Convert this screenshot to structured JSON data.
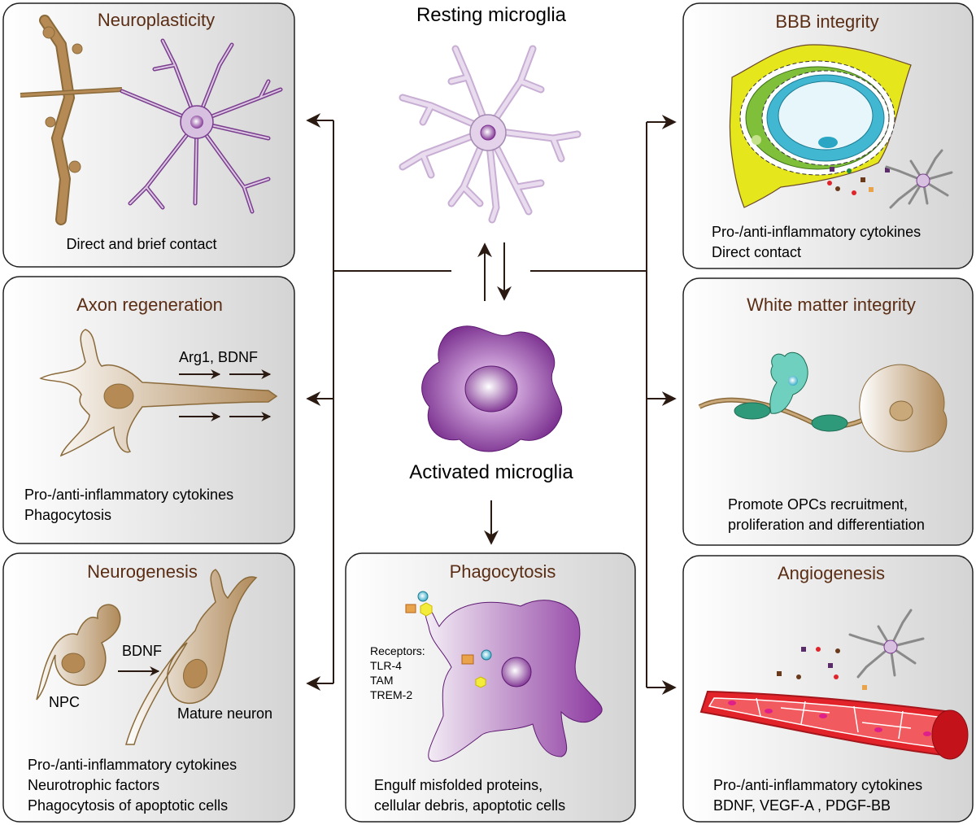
{
  "center": {
    "resting_label": "Resting microglia",
    "activated_label": "Activated microglia"
  },
  "panels": {
    "neuroplasticity": {
      "title": "Neuroplasticity",
      "lines": [
        "Direct and brief contact"
      ]
    },
    "axon_regeneration": {
      "title": "Axon regeneration",
      "factors": "Arg1, BDNF",
      "lines": [
        "Pro-/anti-inflammatory cytokines",
        "Phagocytosis"
      ]
    },
    "neurogenesis": {
      "title": "Neurogenesis",
      "factor": "BDNF",
      "npc_label": "NPC",
      "mature_label": "Mature neuron",
      "lines": [
        "Pro-/anti-inflammatory cytokines",
        "Neurotrophic factors",
        "Phagocytosis of apoptotic cells"
      ]
    },
    "phagocytosis": {
      "title": "Phagocytosis",
      "receptors": [
        "Receptors:",
        "TLR-4",
        "TAM",
        "TREM-2"
      ],
      "lines": [
        "Engulf misfolded proteins,",
        "cellular debris, apoptotic cells"
      ]
    },
    "bbb_integrity": {
      "title": "BBB integrity",
      "lines": [
        "Pro-/anti-inflammatory cytokines",
        "Direct contact"
      ]
    },
    "white_matter": {
      "title": "White matter integrity",
      "lines": [
        "Promote OPCs recruitment,",
        "proliferation and differentiation"
      ]
    },
    "angiogenesis": {
      "title": "Angiogenesis",
      "lines": [
        "Pro-/anti-inflammatory cytokines",
        "BDNF, VEGF-A , PDGF-BB"
      ]
    }
  },
  "colors": {
    "title": "#5a2d14",
    "arrow": "#2a1a12",
    "microglia_resting": "#d9c5e0",
    "microglia_activated": "#7b2c8f",
    "neuron": "#b08a5a",
    "vessel": "#e2232a",
    "bbb_yellow": "#e6e61c"
  }
}
